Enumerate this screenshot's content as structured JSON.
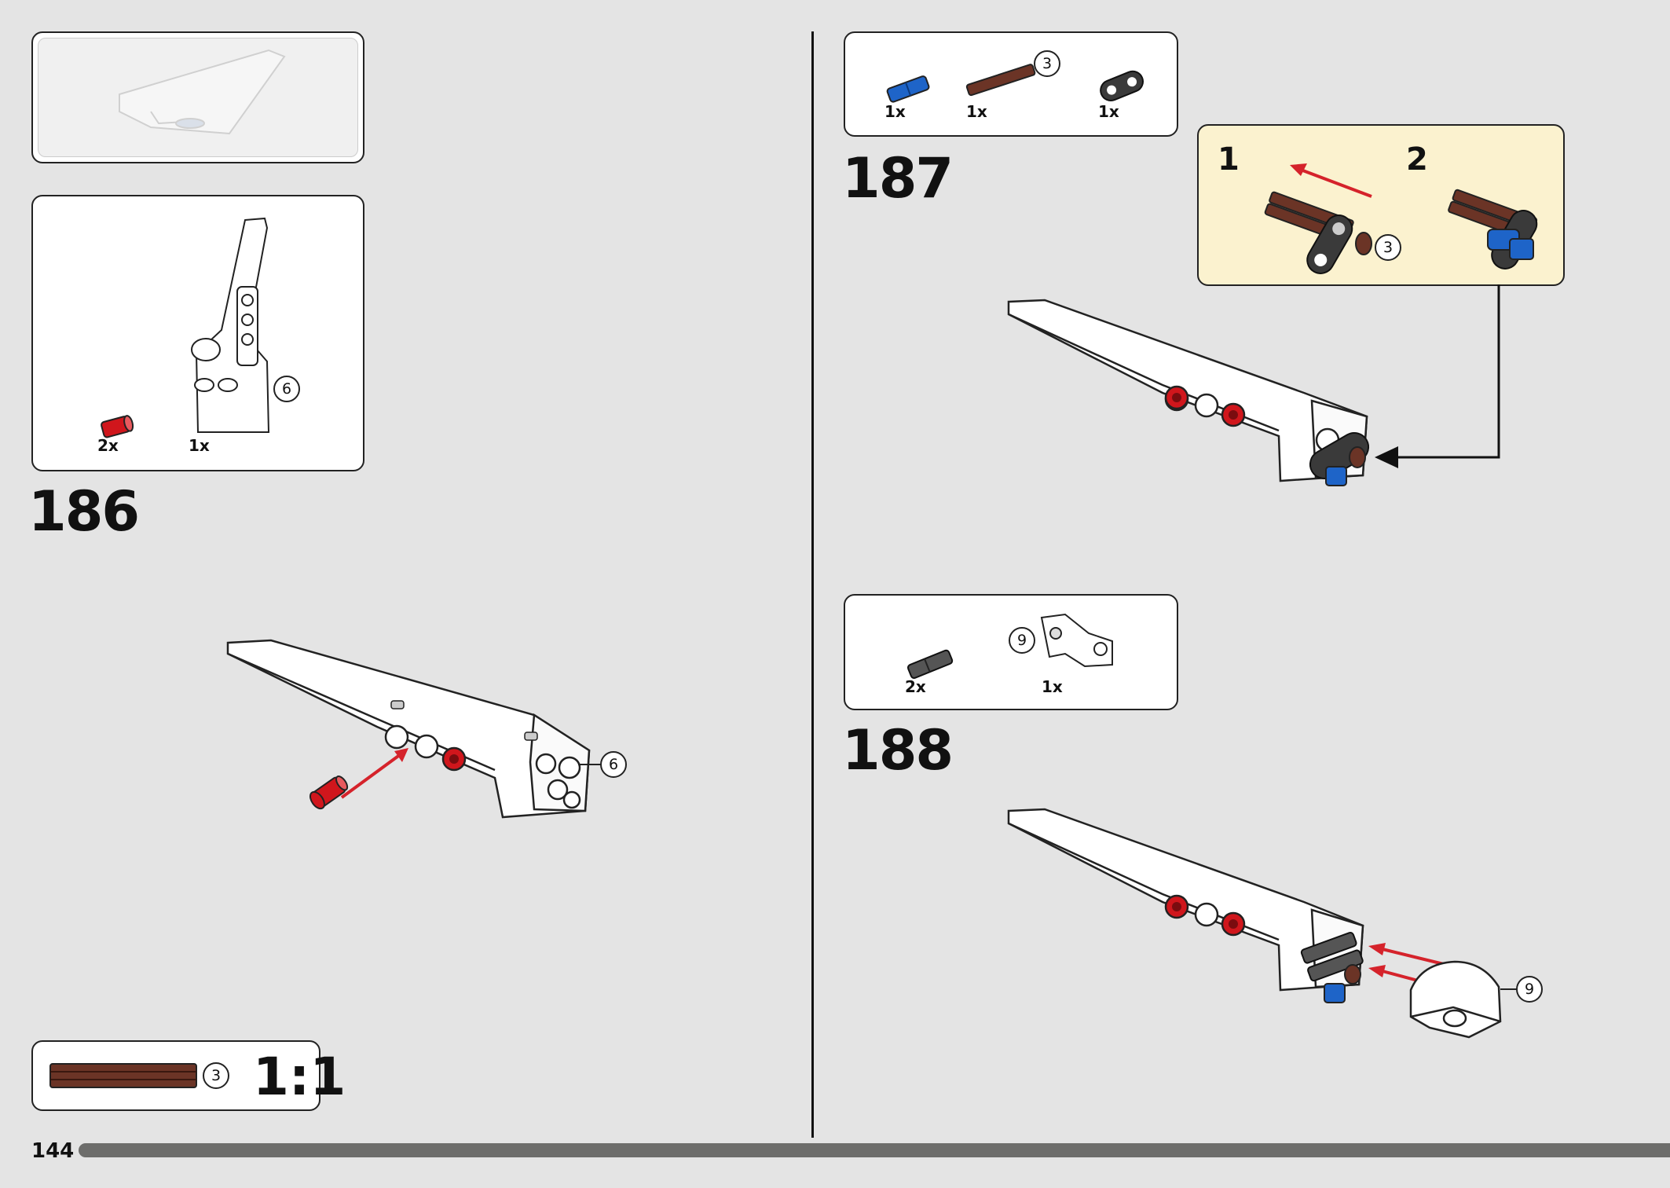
{
  "page": {
    "number": "144"
  },
  "preview": {
    "description_icon": "wing-preview-icon"
  },
  "step186": {
    "number": "186",
    "parts": [
      {
        "qty": "2x",
        "icon": "red-pin-icon"
      },
      {
        "qty": "1x",
        "icon": "white-wing-panel-icon"
      }
    ],
    "callout_ref": "6",
    "model_callout": "6"
  },
  "step187": {
    "number": "187",
    "parts": [
      {
        "qty": "1x",
        "icon": "blue-axle-pin-icon"
      },
      {
        "qty": "1x",
        "icon": "brown-axle-icon",
        "callout": "3"
      },
      {
        "qty": "1x",
        "icon": "dark-liftarm-icon"
      }
    ],
    "substeps": [
      {
        "label": "1",
        "callout": "3"
      },
      {
        "label": "2"
      }
    ]
  },
  "step188": {
    "number": "188",
    "parts": [
      {
        "qty": "2x",
        "icon": "gray-axle-pin-icon"
      },
      {
        "qty": "1x",
        "icon": "white-panel-connector-icon",
        "callout": "9"
      }
    ],
    "model_callout": "9"
  },
  "scale_ruler": {
    "callout": "3",
    "ratio": "1:1",
    "color": "#6b3426"
  },
  "colors": {
    "background": "#e4e4e4",
    "callout_yellow": "#fbf2cf",
    "red": "#d0161c",
    "blue": "#1e64c8",
    "brown": "#6b3426",
    "arrow_red": "#d5232b"
  }
}
